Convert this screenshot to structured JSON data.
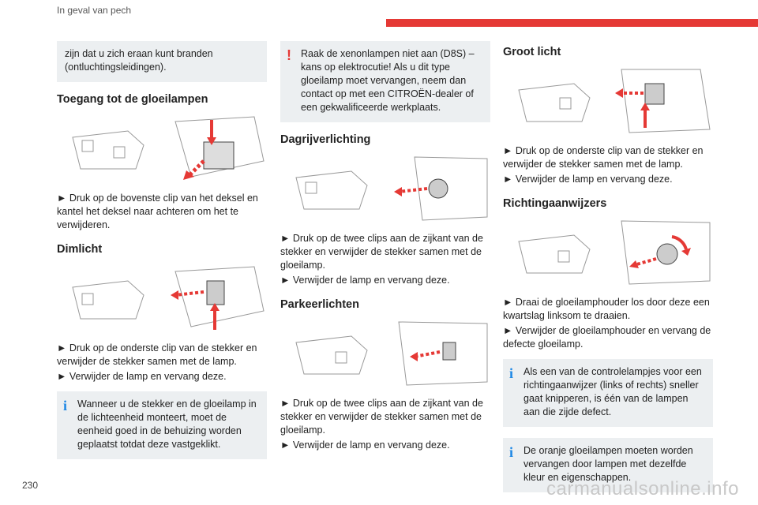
{
  "header": {
    "section": "In geval van pech"
  },
  "page_number": "230",
  "watermark": "carmanualsonline.info",
  "colors": {
    "accent": "#e53935",
    "info": "#1e88e5",
    "box_bg": "#eceff1"
  },
  "col1": {
    "intro_box": "zijn dat u zich eraan kunt branden (ontluchtingsleidingen).",
    "access": {
      "title": "Toegang tot de gloeilampen",
      "steps": [
        "► Druk op de bovenste clip van het deksel en kantel het deksel naar achteren om het te verwijderen."
      ]
    },
    "dimlicht": {
      "title": "Dimlicht",
      "steps": [
        "► Druk op de onderste clip van de stekker en verwijder de stekker samen met de lamp.",
        "► Verwijder de lamp en vervang deze."
      ],
      "info": "Wanneer u de stekker en de gloeilamp in de lichteenheid monteert, moet de eenheid goed in de behuizing worden geplaatst totdat deze vastgeklikt."
    }
  },
  "col2": {
    "warning": "Raak de xenonlampen niet aan (D8S) – kans op elektrocutie! Als u dit type gloeilamp moet vervangen, neem dan contact op met een CITROËN-dealer of een gekwalificeerde werkplaats.",
    "day": {
      "title": "Dagrijverlichting",
      "steps": [
        "► Druk op de twee clips aan de zijkant van de stekker en verwijder de stekker samen met de gloeilamp.",
        "► Verwijder de lamp en vervang deze."
      ]
    },
    "park": {
      "title": "Parkeerlichten",
      "steps": [
        "► Druk op de twee clips aan de zijkant van de stekker en verwijder de stekker samen met de gloeilamp.",
        "► Verwijder de lamp en vervang deze."
      ]
    }
  },
  "col3": {
    "high": {
      "title": "Groot licht",
      "steps": [
        "► Druk op de onderste clip van de stekker en verwijder de stekker samen met de lamp.",
        "► Verwijder de lamp en vervang deze."
      ]
    },
    "turn": {
      "title": "Richtingaanwijzers",
      "steps": [
        "► Draai de gloeilamphouder los door deze een kwartslag linksom te draaien.",
        "► Verwijder de gloeilamphouder en vervang de defecte gloeilamp."
      ],
      "info1": "Als een van de controlelampjes voor een richtingaanwijzer (links of rechts) sneller gaat knipperen, is één van de lampen aan die zijde defect.",
      "info2": "De oranje gloeilampen moeten worden vervangen door lampen met dezelfde kleur en eigenschappen."
    }
  }
}
